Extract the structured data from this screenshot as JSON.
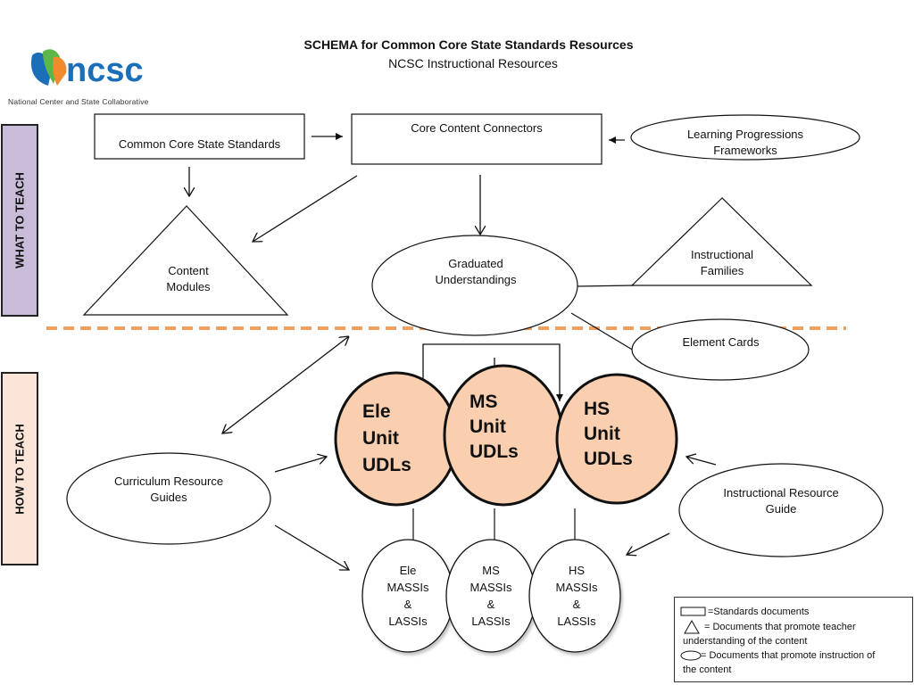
{
  "header": {
    "title": "SCHEMA for Common Core State Standards Resources",
    "subtitle": "NCSC Instructional Resources"
  },
  "logo": {
    "wordmark": "ncsc",
    "tagline": "National Center and State Collaborative",
    "colors": {
      "blue": "#1a6fb8",
      "green": "#5bb848",
      "orange": "#f08a2c"
    }
  },
  "sections": {
    "what": {
      "label": "WHAT TO TEACH",
      "color": "#c9bcd9"
    },
    "how": {
      "label": "HOW TO TEACH",
      "color": "#fbe5d8"
    }
  },
  "divider_color": "#f0a060",
  "nodes": {
    "ccss": {
      "label": "Common Core State Standards",
      "shape": "rectangle"
    },
    "ccc": {
      "label": "Core Content Connectors",
      "shape": "rectangle"
    },
    "lpf": {
      "label": "Learning Progressions Frameworks",
      "shape": "ellipse"
    },
    "content_modules": {
      "label": "Content Modules",
      "shape": "triangle"
    },
    "graduated": {
      "label": "Graduated Understandings",
      "shape": "ellipse"
    },
    "inst_families": {
      "label": "Instructional Families",
      "shape": "triangle"
    },
    "element_cards": {
      "label": "Element Cards",
      "shape": "ellipse"
    },
    "crg": {
      "label": "Curriculum Resource Guides",
      "shape": "ellipse"
    },
    "irg": {
      "label": "Instructional Resource Guide",
      "shape": "ellipse"
    },
    "udl": [
      {
        "level": "Ele",
        "line2": "Unit",
        "line3": "UDLs"
      },
      {
        "level": "MS",
        "line2": "Unit",
        "line3": "UDLs"
      },
      {
        "level": "HS",
        "line2": "Unit",
        "line3": "UDLs"
      }
    ],
    "udl_fill": "#f9cfb0",
    "massi": [
      {
        "level": "Ele",
        "line2": "MASSIs",
        "line3": "&",
        "line4": "LASSIs"
      },
      {
        "level": "MS",
        "line2": "MASSIs",
        "line3": "&",
        "line4": "LASSIs"
      },
      {
        "level": "HS",
        "line2": "MASSIs",
        "line3": "&",
        "line4": "LASSIs"
      }
    ]
  },
  "legend": {
    "rect": "=Standards documents",
    "triangle_1": "= Documents that promote teacher",
    "triangle_2": "understanding of the content",
    "ellipse_1": "= Documents that promote instruction of",
    "ellipse_2": "the content"
  }
}
